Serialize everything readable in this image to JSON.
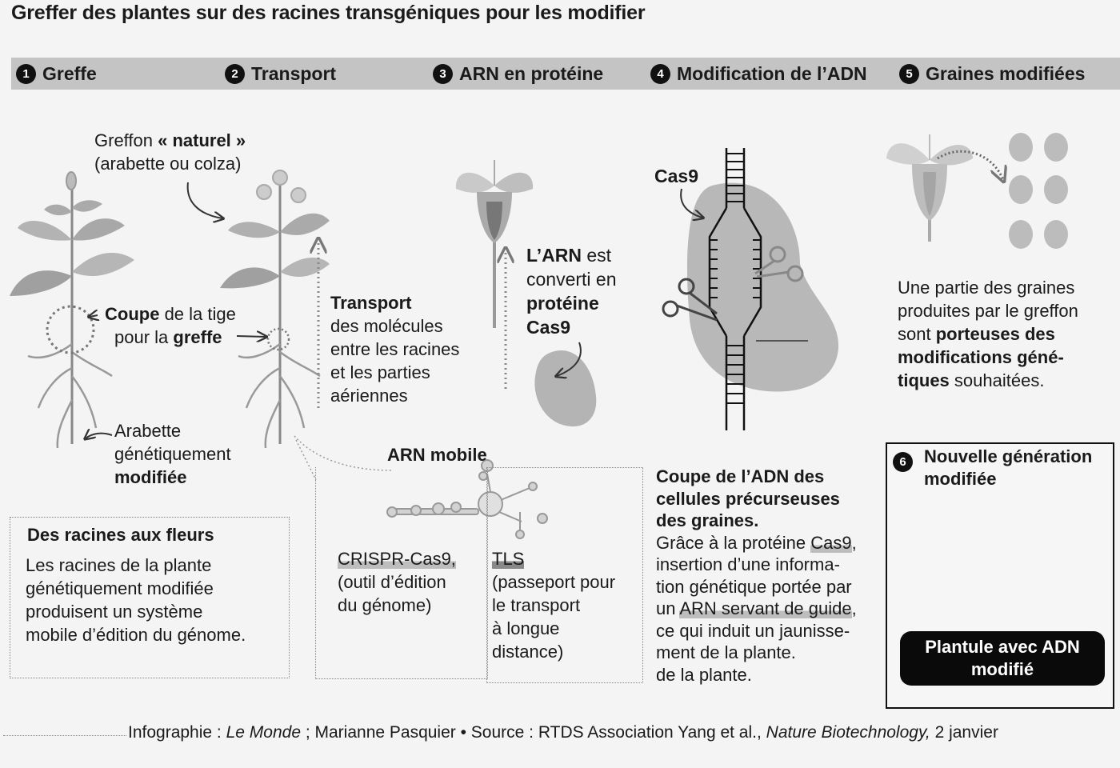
{
  "title": "Greffer des plantes sur des racines transgéniques pour les modifier",
  "steps": [
    {
      "num": "1",
      "label": "Greffe"
    },
    {
      "num": "2",
      "label": "Transport"
    },
    {
      "num": "3",
      "label": "ARN en protéine"
    },
    {
      "num": "4",
      "label": "Modification de l’ADN"
    },
    {
      "num": "5",
      "label": "Graines modifiées"
    }
  ],
  "greffon": {
    "line1_pre": "Greffon ",
    "line1_bold": "« naturel »",
    "line2": "(arabette ou colza)"
  },
  "coupe": {
    "bold1": "Coupe",
    "rest1": " de la tige",
    "pre2": "pour la ",
    "bold2": "greffe"
  },
  "arabette": {
    "line1": "Arabette",
    "line2": "génétiquement",
    "line3": "modifiée"
  },
  "transport": {
    "bold": "Transport",
    "lines": [
      "des molécules",
      "entre les racines",
      "et les parties",
      "aériennes"
    ]
  },
  "arn_converti": {
    "bold1": "L’ARN",
    "rest1": " est",
    "line2": "converti en",
    "bold3": "protéine",
    "bold4": "Cas9"
  },
  "cas9_label": "Cas9",
  "graines_text": {
    "l1": "Une partie des graines",
    "l2": "produites par le greffon",
    "l3_pre": "sont ",
    "l3_bold": "porteuses des",
    "l4_bold": "modifications géné-",
    "l5_bold": "tiques",
    "l5_rest": " souhaitées."
  },
  "racines_box": {
    "title": "Des racines aux fleurs",
    "lines": [
      "Les racines de la plante",
      "génétiquement modifiée",
      "produisent un système",
      "mobile d’édition du génome."
    ]
  },
  "arn_mobile": {
    "title": "ARN mobile",
    "crispr_label": "CRISPR-Cas9,",
    "crispr_lines": [
      "(outil d’édition",
      "du génome)"
    ],
    "tls_label": "TLS",
    "tls_lines": [
      "(passeport pour",
      "le transport",
      "à longue",
      "distance)"
    ]
  },
  "coupe_adn": {
    "title_lines": [
      "Coupe de l’ADN des",
      "cellules précurseuses",
      "des graines."
    ],
    "l1_pre": "Grâce à la protéine ",
    "l1_hl": "Cas9",
    "l1_post": ",",
    "l2": "insertion d’une informa-",
    "l3": "tion génétique portée par",
    "l4_pre": "un ",
    "l4_hl": "ARN servant de guide",
    "l4_post": ",",
    "l5": "ce qui induit un jaunisse-",
    "l6": "ment de la plante.",
    "l7": "de la plante."
  },
  "step6": {
    "num": "6",
    "line1": "Nouvelle génération",
    "line2": "modifiée",
    "badge_line1": "Plantule avec ADN",
    "badge_line2": "modifié"
  },
  "footer": {
    "pre": "Infographie : ",
    "italic1": "Le Monde",
    "mid1": " ;  Marianne Pasquier  •  Source : RTDS Association Yang et al., ",
    "italic2": "Nature Biotechnology,",
    "post": " 2 janvier"
  }
}
